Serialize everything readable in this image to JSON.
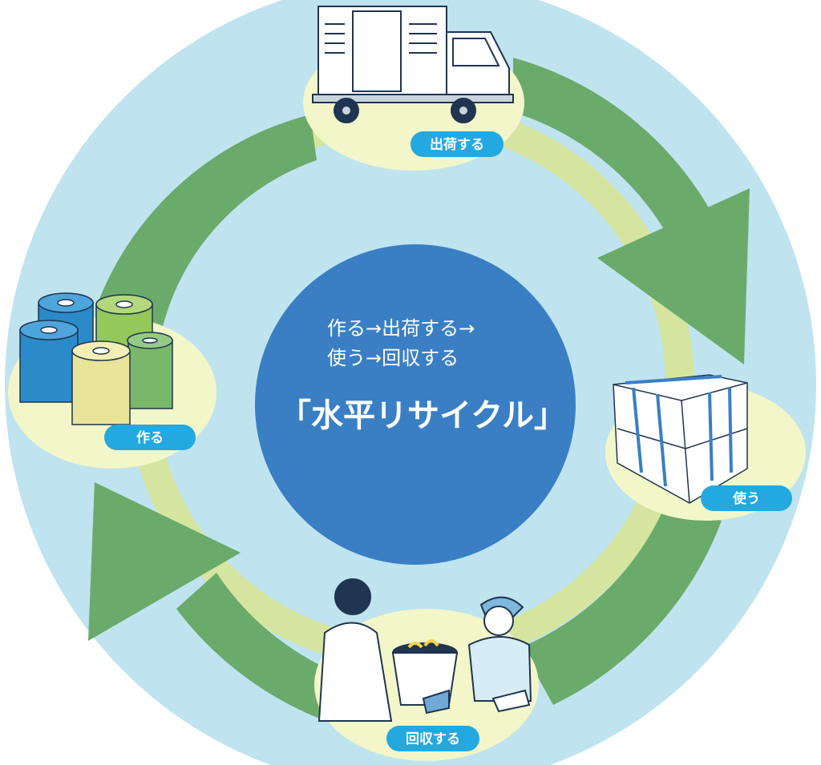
{
  "center": {
    "line1": "作る→出荷する→",
    "line2": "使う→回収する",
    "title": "「水平リサイクル」"
  },
  "steps": [
    {
      "label": "出荷する",
      "icon": "delivery-truck-icon"
    },
    {
      "label": "使う",
      "icon": "packed-boxes-icon"
    },
    {
      "label": "回収する",
      "icon": "collection-handover-icon"
    },
    {
      "label": "作る",
      "icon": "tape-rolls-icon"
    }
  ],
  "colors": {
    "outer_circle": "#bfe3ef",
    "inner_ring": "#d5e5a0",
    "cycle_arrows": "#6aab6b",
    "spot": "#f2f6c8",
    "center_circle": "#3a7fc4",
    "pill": "#23a8e0",
    "outline": "#1f3550"
  }
}
